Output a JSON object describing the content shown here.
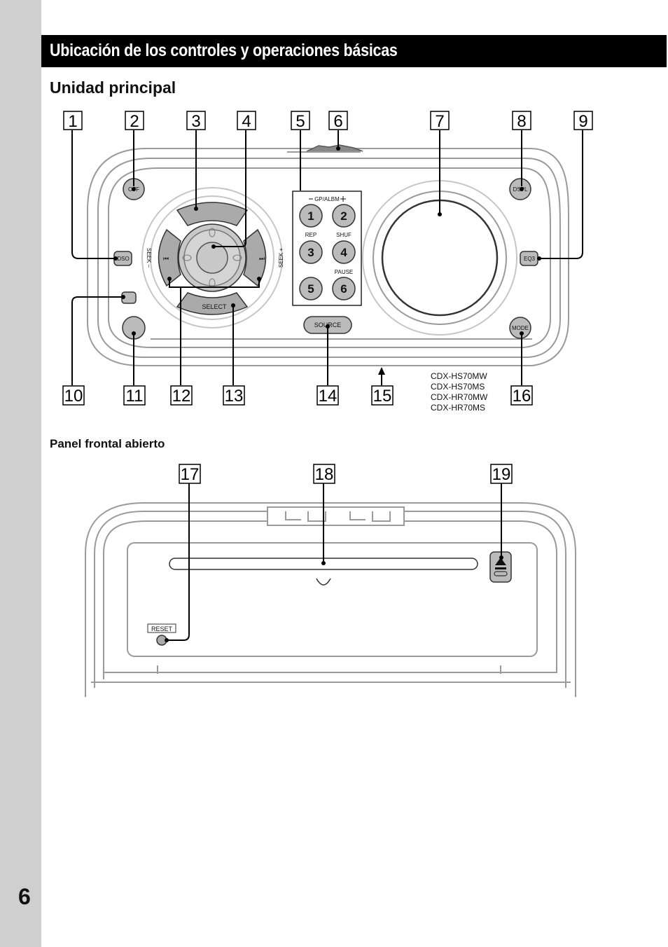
{
  "page": {
    "number": "6"
  },
  "header": {
    "title": "Ubicación de los controles y operaciones básicas"
  },
  "section_main": {
    "heading": "Unidad principal",
    "callouts": [
      "1",
      "2",
      "3",
      "4",
      "5",
      "6",
      "7",
      "8",
      "9",
      "10",
      "11",
      "12",
      "13",
      "14",
      "15",
      "16"
    ],
    "buttons": {
      "off": "OFF",
      "dspl": "DSPL",
      "dso": "DSO",
      "eq3": "EQ3",
      "mode": "MODE",
      "source": "SOURCE",
      "select": "SELECT",
      "gp_albm": "GP/ALBM",
      "seek_minus": "SEEK –",
      "seek_plus": "SEEK +",
      "rep": "REP",
      "shuf": "SHUF",
      "pause": "PAUSE",
      "presets": [
        "1",
        "2",
        "3",
        "4",
        "5",
        "6"
      ]
    },
    "models": [
      "CDX-HS70MW",
      "CDX-HS70MS",
      "CDX-HR70MW",
      "CDX-HR70MS"
    ]
  },
  "section_open": {
    "heading": "Panel frontal abierto",
    "callouts": [
      "17",
      "18",
      "19"
    ],
    "reset_label": "RESET"
  }
}
